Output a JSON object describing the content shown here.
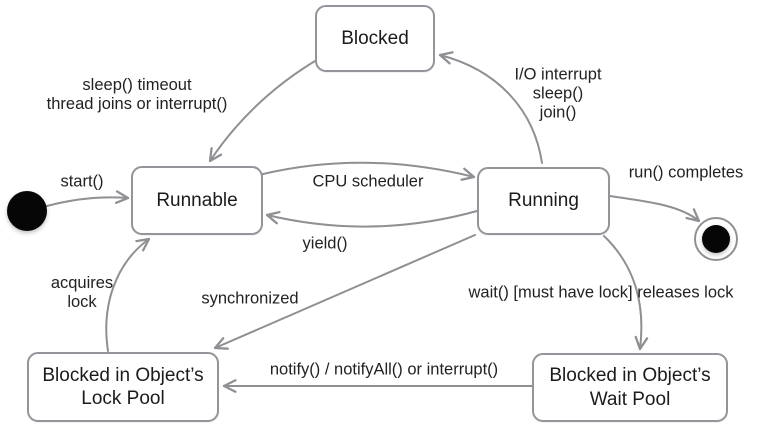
{
  "diagram": {
    "type": "state-diagram",
    "subject": "Java thread lifecycle",
    "colors": {
      "background": "#ffffff",
      "line": "#8f8f94",
      "node_border": "#94949a",
      "node_fill": "#ffffff",
      "text": "#1b1b1b",
      "state_marker": "#060606"
    },
    "nodes": {
      "blocked": {
        "label": "Blocked"
      },
      "runnable": {
        "label": "Runnable"
      },
      "running": {
        "label": "Running"
      },
      "lock_pool": {
        "line1": "Blocked in Object’s",
        "line2": "Lock Pool"
      },
      "wait_pool": {
        "line1": "Blocked in Object’s",
        "line2": "Wait Pool"
      }
    },
    "markers": {
      "initial_state": "filled-circle",
      "final_state": "double-circle"
    },
    "edges": {
      "start": {
        "from": "initial",
        "to": "runnable",
        "label": "start()"
      },
      "blocked_to_runnable": {
        "from": "blocked",
        "to": "runnable",
        "labels": [
          "sleep() timeout",
          "thread joins or interrupt()"
        ]
      },
      "running_to_blocked": {
        "from": "running",
        "to": "blocked",
        "labels": [
          "I/O interrupt",
          "sleep()",
          "join()"
        ]
      },
      "cpu_scheduler": {
        "from": "runnable",
        "to": "running",
        "label": "CPU scheduler"
      },
      "yield": {
        "from": "running",
        "to": "runnable",
        "label": "yield()"
      },
      "run_completes": {
        "from": "running",
        "to": "final",
        "label": "run() completes"
      },
      "wait": {
        "from": "running",
        "to": "wait_pool",
        "label": "wait() [must have lock] releases lock"
      },
      "notify": {
        "from": "wait_pool",
        "to": "lock_pool",
        "label": "notify() / notifyAll() or interrupt()"
      },
      "synchronized": {
        "from": "running",
        "to": "lock_pool",
        "label": "synchronized"
      },
      "acquires_lock": {
        "from": "lock_pool",
        "to": "runnable",
        "labels": [
          "acquires",
          "lock"
        ]
      }
    }
  }
}
